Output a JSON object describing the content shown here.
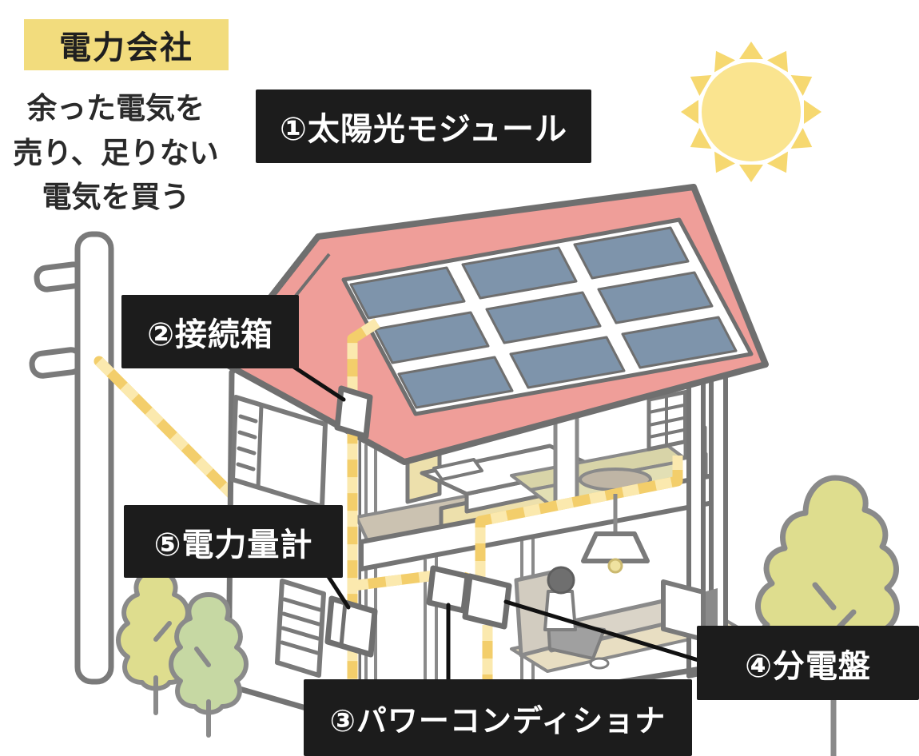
{
  "header": {
    "company_badge": "電力会社",
    "note": "余った電気を\n売り、足りない\n電気を買う"
  },
  "labels": {
    "solar_module": "①太陽光モジュール",
    "junction_box": "②接続箱",
    "power_conditioner": "③パワーコンディショナ",
    "distribution_board": "④分電盤",
    "power_meter": "⑤電力量計"
  },
  "colors": {
    "badge_bg": "#F2DC7D",
    "label_bg": "#1C1C1C",
    "label_text": "#FFFFFF",
    "sun_body": "#FAE48F",
    "sun_rays": "#F6D870",
    "roof": "#EF9E99",
    "solar_panel": "#7E94AB",
    "cable": "#F3CE6B",
    "cable_dash": "#FBE9AE",
    "tree_yellow_green": "#DEDD8E",
    "tree_green": "#C6D8A3",
    "tatami": "#E2DFB4",
    "wood": "#EDE0AC",
    "rug": "#CBC2B1",
    "outline": "#747474"
  },
  "illustration_elements": {
    "sun": "sun-icon",
    "utility_pole": "utility-pole",
    "power_line": "power-line-to-house",
    "house": "two-story-house-cutaway",
    "solar_panels": "solar-panel-grid-3x3",
    "devices": [
      "junction-box-device",
      "power-meter-device",
      "power-conditioner-device",
      "distribution-board-device"
    ],
    "rooms": [
      "bedroom",
      "tatami-room",
      "living-room"
    ],
    "trees": [
      "left-trees",
      "right-tree"
    ]
  }
}
